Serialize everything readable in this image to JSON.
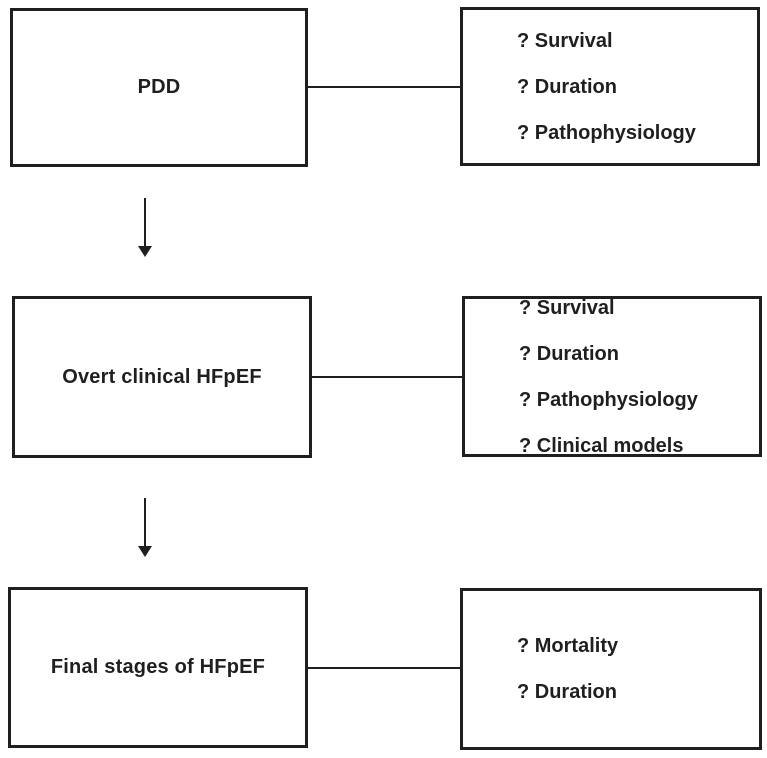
{
  "diagram": {
    "background_color": "#ffffff",
    "line_color": "#1f1f1f",
    "stages": [
      {
        "label": "PDD",
        "questions": [
          "? Survival",
          "? Duration",
          "? Pathophysiology"
        ]
      },
      {
        "label": "Overt clinical HFpEF",
        "questions": [
          "? Survival",
          "? Duration",
          "? Pathophysiology",
          "? Clinical models"
        ]
      },
      {
        "label": "Final stages of HFpEF",
        "questions": [
          "? Mortality",
          "? Duration"
        ]
      }
    ]
  }
}
